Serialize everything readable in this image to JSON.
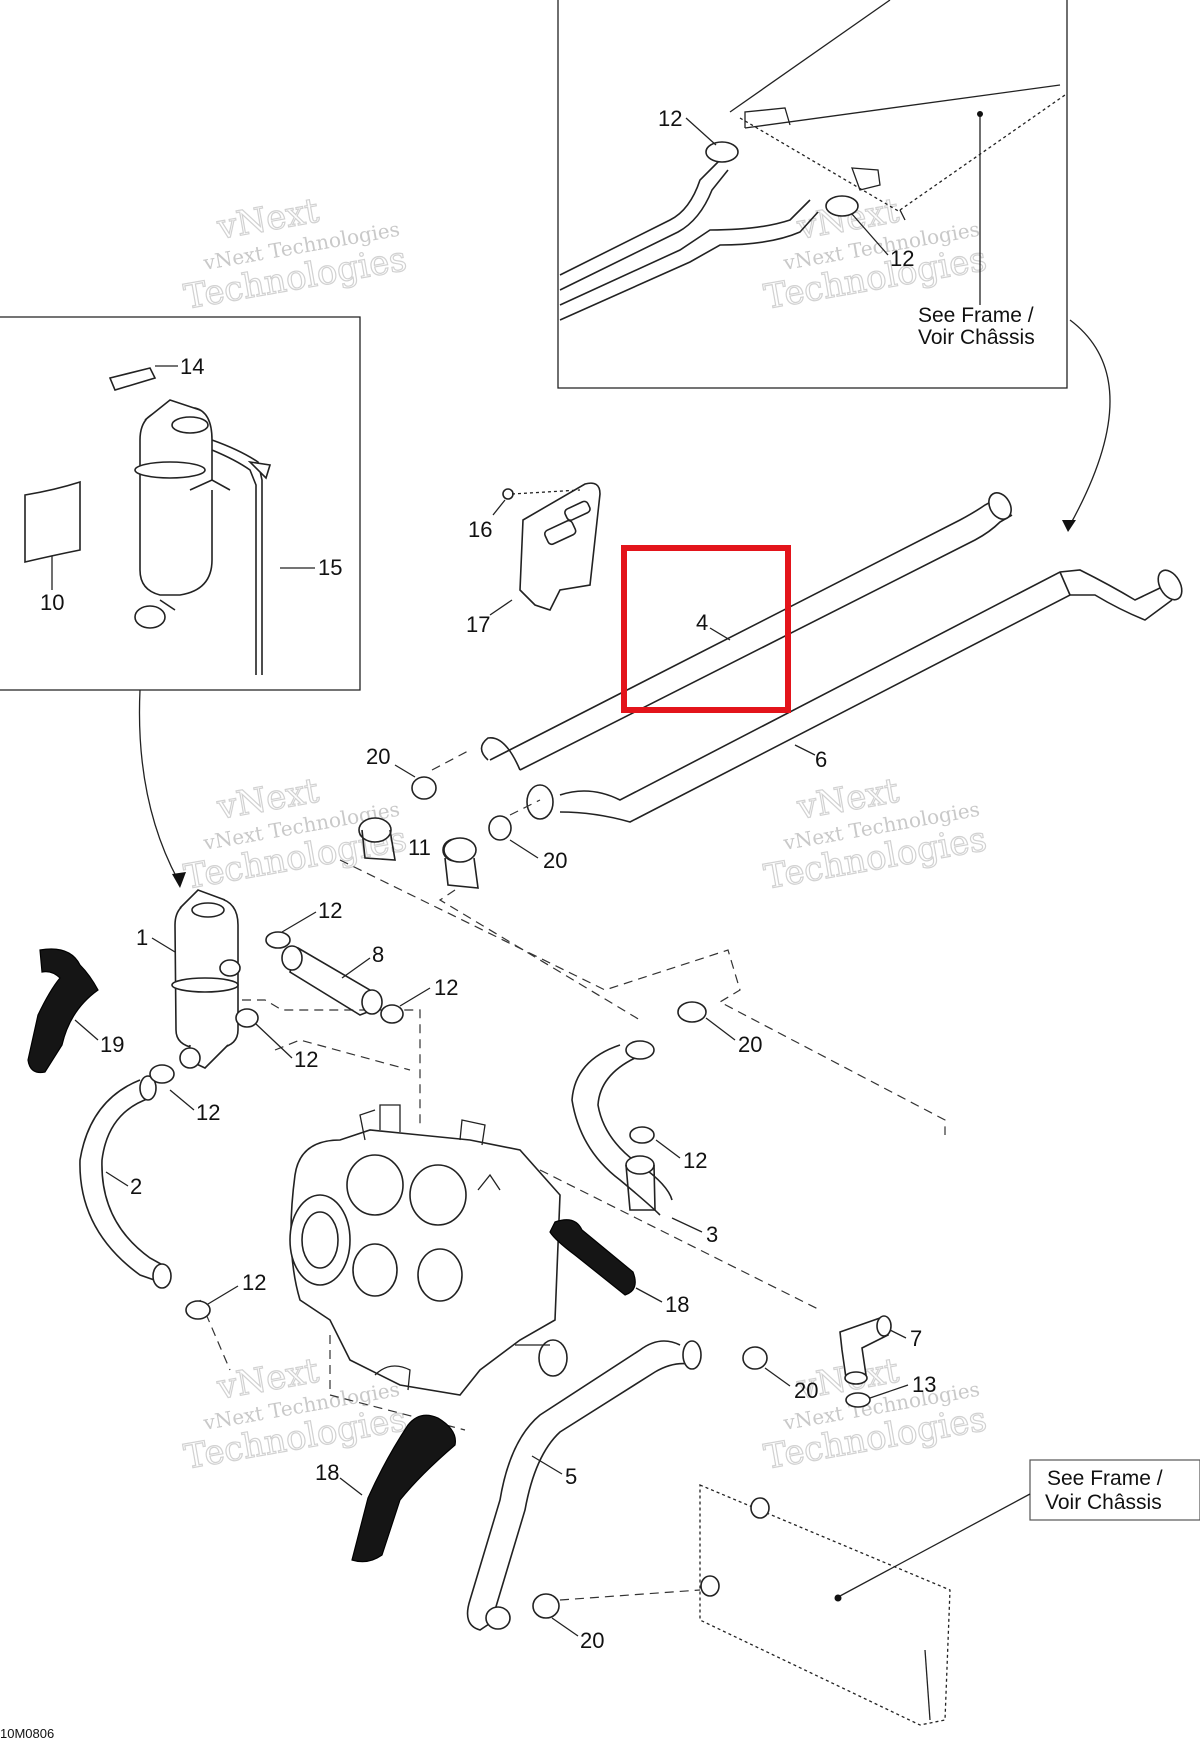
{
  "diagram": {
    "callouts": {
      "c1": "1",
      "c2": "2",
      "c3": "3",
      "c4": "4",
      "c5": "5",
      "c6": "6",
      "c7": "7",
      "c8": "8",
      "c10": "10",
      "c11": "11",
      "c12a": "12",
      "c12b": "12",
      "c12c": "12",
      "c12d": "12",
      "c12e": "12",
      "c12f": "12",
      "c12g": "12",
      "c12h": "12",
      "c13": "13",
      "c14": "14",
      "c15": "15",
      "c16": "16",
      "c17": "17",
      "c18a": "18",
      "c18b": "18",
      "c19": "19",
      "c20a": "20",
      "c20b": "20",
      "c20c": "20",
      "c20d": "20",
      "c20e": "20"
    },
    "notes": {
      "top_line1": "See Frame /",
      "top_line2": "Voir Châssis",
      "bottom_line1": "See Frame /",
      "bottom_line2": "Voir Châssis"
    },
    "watermark": {
      "line1": "vNext Technologies",
      "line2": "Technologies",
      "line0": "vNext"
    },
    "figure_code": "10M0806",
    "highlight_color": "#e3141b"
  }
}
